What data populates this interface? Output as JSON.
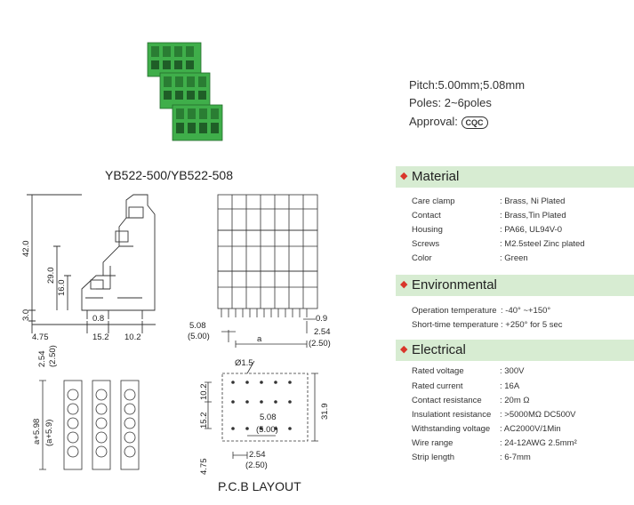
{
  "product": {
    "model": "YB522-500/YB522-508"
  },
  "specs": {
    "pitch": "Pitch:5.00mm;5.08mm",
    "poles": "Poles: 2~6poles",
    "approval_label": "Approval:",
    "approval_mark": "CQC"
  },
  "sections": {
    "material": {
      "title": "Material",
      "rows": [
        {
          "key": "Care clamp",
          "value": ": Brass, Ni Plated"
        },
        {
          "key": "Contact",
          "value": ": Brass,Tin Plated"
        },
        {
          "key": "Housing",
          "value": ": PA66, UL94V-0"
        },
        {
          "key": "Screws",
          "value": ": M2.5steel Zinc plated"
        },
        {
          "key": "Color",
          "value": ": Green"
        }
      ]
    },
    "environmental": {
      "title": "Environmental",
      "rows": [
        {
          "key": "Operation temperature",
          "value": ": -40° ~+150°"
        },
        {
          "key": "Short-time temperature",
          "value": ": +250° for 5 sec"
        }
      ]
    },
    "electrical": {
      "title": "Electrical",
      "rows": [
        {
          "key": "Rated voltage",
          "value": ": 300V"
        },
        {
          "key": "Rated current",
          "value": ": 16A"
        },
        {
          "key": "Contact resistance",
          "value": ": 20m Ω"
        },
        {
          "key": "Insulationt resistance",
          "value": ": >5000MΩ DC500V"
        },
        {
          "key": "Withstanding voltage",
          "value": ": AC2000V/1Min"
        },
        {
          "key": "Wire range",
          "value": ": 24-12AWG 2.5mm²"
        },
        {
          "key": "Strip length",
          "value": ": 6-7mm"
        }
      ]
    }
  },
  "drawing": {
    "side_dims": {
      "d42": "42.0",
      "d29": "29.0",
      "d16": "16.0",
      "d3": "3.0",
      "d08": "0.8",
      "d475": "4.75",
      "d152": "15.2",
      "d102": "10.2",
      "d254": "2.54",
      "d250": "(2.50)"
    },
    "front_dims": {
      "d508": "5.08",
      "d500": "(5.00)",
      "a": "a",
      "d09": "0.9",
      "d254": "2.54",
      "d250": "(2.50)"
    },
    "bottom_dims": {
      "a598": "a+5.98",
      "a59": "(a+5.9)"
    },
    "pcb_dims": {
      "hole": "Ø1.5",
      "d102": "10.2",
      "d152": "15.2",
      "d319": "31.9",
      "d508": "5.08",
      "d500": "(5.00)",
      "d254": "2.54",
      "d250": "(2.50)",
      "d475": "4.75"
    },
    "pcb_label": "P.C.B LAYOUT"
  },
  "colors": {
    "housing": "#3fae4a",
    "housing_dark": "#2c8a36",
    "section_bg": "#d7ecd2",
    "bullet": "#d9362b"
  }
}
